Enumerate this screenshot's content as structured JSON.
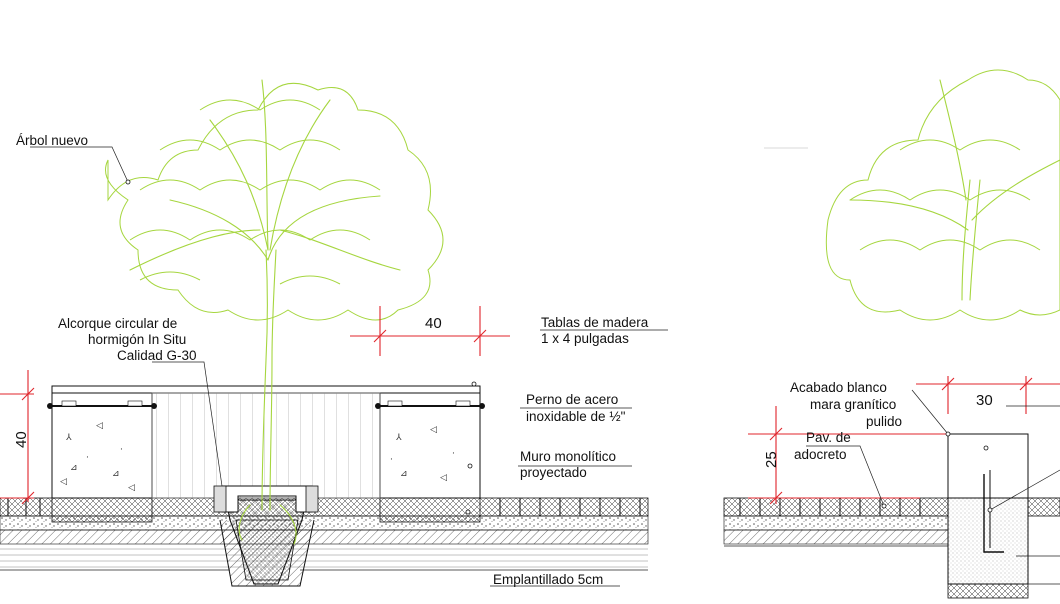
{
  "left_detail": {
    "labels": {
      "arbol": "Árbol nuevo",
      "alcorque_1": "Alcorque circular de",
      "alcorque_2": "hormigón In Situ",
      "alcorque_3": "Calidad G-30",
      "tablas_1": "Tablas de madera",
      "tablas_2": "1 x 4 pulgadas",
      "perno_1": "Perno de acero",
      "perno_2": "inoxidable de ½\"",
      "muro_1": "Muro monolítico",
      "muro_2": "proyectado",
      "emplantillado": "Emplantillado 5cm"
    },
    "dimensions": {
      "width_top": "40",
      "height_left": "40"
    }
  },
  "right_detail": {
    "labels": {
      "acabado_1": "Acabado blanco",
      "acabado_2": "mara granítico",
      "acabado_3": "pulido",
      "pav_1": "Pav. de",
      "pav_2": "adocreto"
    },
    "dimensions": {
      "width_top": "30",
      "height_left": "25"
    }
  },
  "colors": {
    "tree": "#a6d63f",
    "dimension": "#e0242b",
    "ink": "#111111"
  }
}
